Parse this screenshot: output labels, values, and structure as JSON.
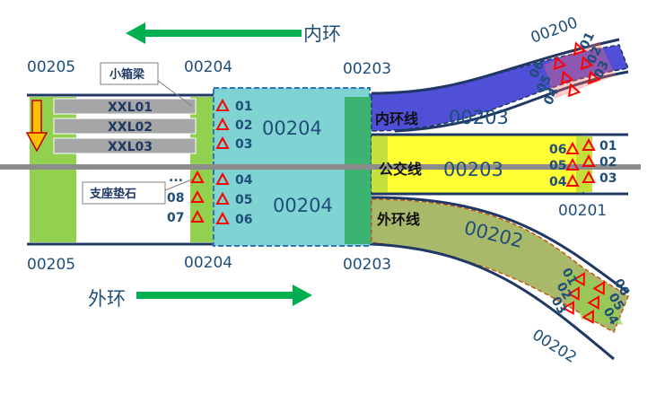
{
  "direction_labels": {
    "inner_ring": "内环",
    "outer_ring": "外环"
  },
  "pier_labels": {
    "left_top": "00205",
    "left_bottom": "00205",
    "mid_top": "00204",
    "mid_bottom": "00204",
    "right_top": "00203",
    "right_bottom": "00203",
    "inner_branch": "00200",
    "bus_branch": "00201",
    "outer_branch": "00202"
  },
  "span_labels": {
    "upper": "00204",
    "lower": "00204",
    "inner": "00203",
    "bus": "00203",
    "outer": "00202"
  },
  "lane_labels": {
    "inner": "内环线",
    "bus": "公交线",
    "outer": "外环线"
  },
  "callouts": {
    "box_girder": "小箱梁",
    "bearing_pad": "支座垫石"
  },
  "girders": [
    "XXL01",
    "XXL02",
    "XXL03"
  ],
  "bearings_mid_top": [
    "01",
    "02",
    "03"
  ],
  "bearings_mid_bottom": [
    "04",
    "05",
    "06"
  ],
  "bearings_left": [
    "...",
    "08",
    "07"
  ],
  "bearings_bus_left": [
    "06",
    "05",
    "04"
  ],
  "bearings_bus_right": [
    "01",
    "02",
    "03"
  ],
  "bearings_inner_a": [
    "01",
    "02",
    "03"
  ],
  "bearings_inner_b": [
    "06",
    "05",
    "04"
  ],
  "bearings_outer_a": [
    "01",
    "02",
    "03"
  ],
  "bearings_outer_b": [
    "06",
    "05",
    "04"
  ],
  "colors": {
    "arrow_green": "#00b050",
    "deck_teal": "#7fd3d3",
    "pier_green": "#92d050",
    "inner_blue": "#4f4fd8",
    "bus_yellow": "#ffff33",
    "outer_olive": "#a9b96a",
    "bearing_red": "#ff0000",
    "down_arrow": "#ffc000"
  }
}
